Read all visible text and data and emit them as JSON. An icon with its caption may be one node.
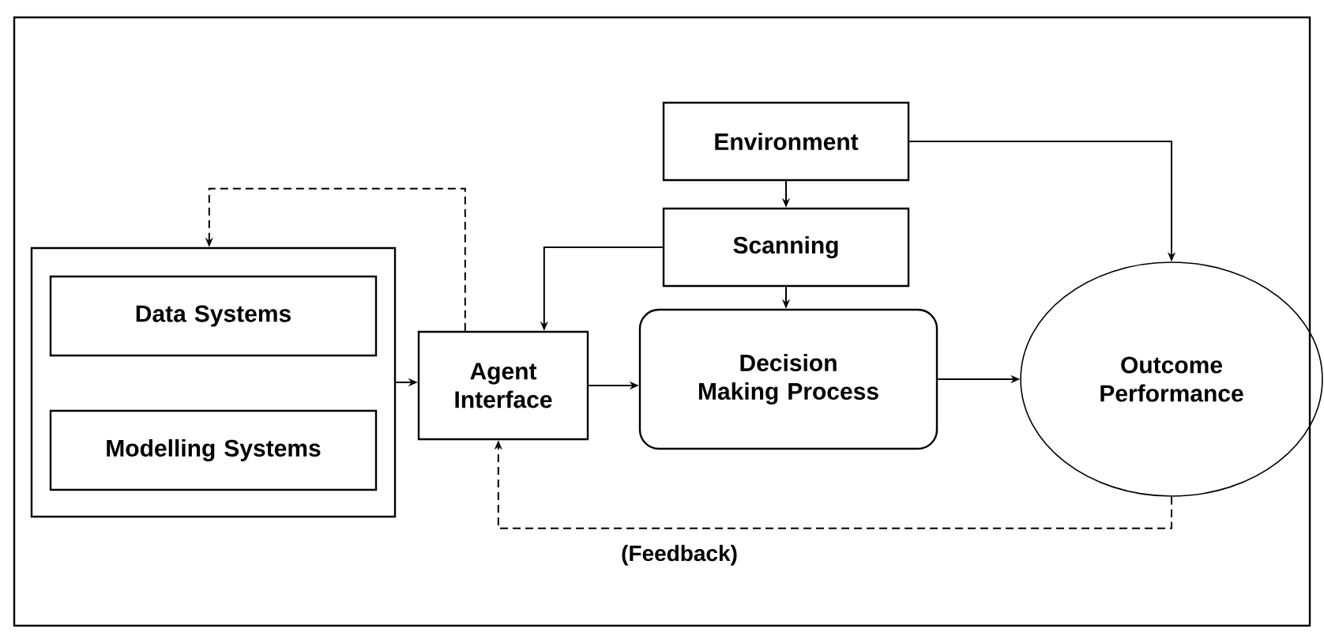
{
  "diagram": {
    "nodes": [
      {
        "text": [],
        "shape": "box"
      },
      {
        "text": [
          "Data Systems"
        ],
        "in": 0
      },
      {
        "text": [
          "Modelling Systems"
        ],
        "in": 0
      },
      {
        "text": [
          "Agent Interface"
        ]
      },
      {
        "text": [
          "Environment"
        ]
      },
      {
        "text": [
          "Scanning"
        ]
      },
      {
        "text": [
          "Decision Making Process"
        ]
      },
      {
        "text": [
          "Outcome Performance"
        ]
      }
    ],
    "edges": [
      {
        "from": 0,
        "to": 3,
        "arrow": "to"
      },
      {
        "from": 3,
        "to": 0,
        "arrow": "to",
        "style": "dashed"
      },
      {
        "from": 5,
        "to": 3,
        "arrow": "to"
      },
      {
        "from": 4,
        "to": 5,
        "arrow": "to"
      },
      {
        "from": 5,
        "to": 6,
        "arrow": "to"
      },
      {
        "from": 3,
        "to": 6,
        "arrow": "to"
      },
      {
        "from": 6,
        "to": 7,
        "arrow": "to"
      },
      {
        "from": 4,
        "to": 7,
        "arrow": "to"
      },
      {
        "from": 7,
        "to": 3,
        "arrow": "to",
        "style": "dashed",
        "label": "(Feedback)"
      }
    ]
  }
}
